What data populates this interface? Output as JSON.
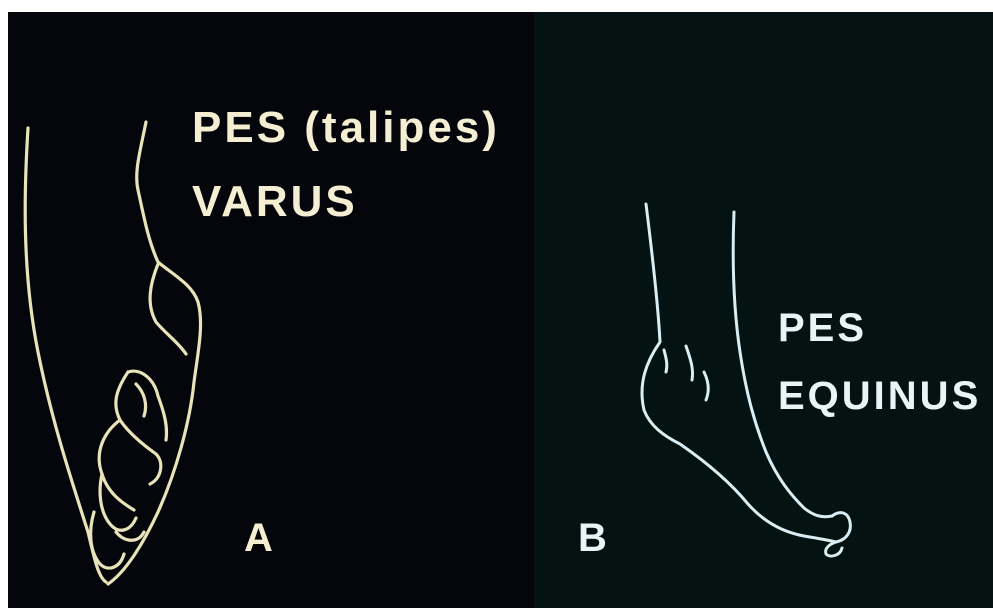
{
  "panel_a": {
    "title_line1": "PES (talipes)",
    "title_line2": "VARUS",
    "letter": "A"
  },
  "panel_b": {
    "title_line1": "PES",
    "title_line2": "EQUINUS",
    "letter": "B"
  },
  "colors": {
    "panel_a_background": "#05060b",
    "panel_b_background": "#041211",
    "panel_a_line": "#e8e3b8",
    "panel_b_line": "#d9eef2"
  }
}
